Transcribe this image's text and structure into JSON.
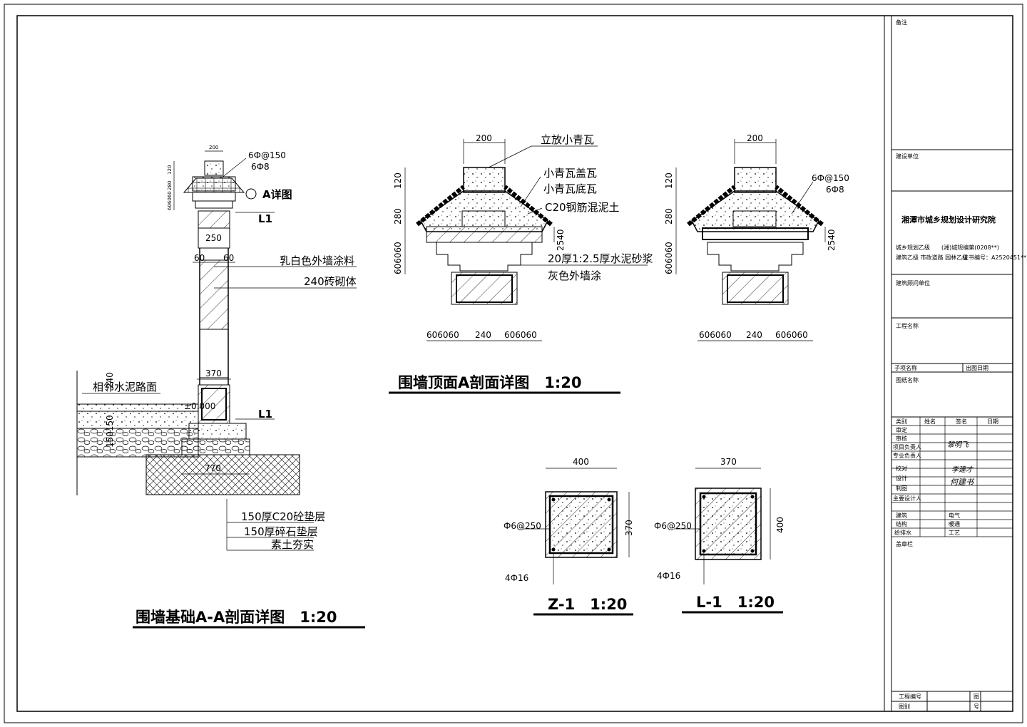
{
  "drawings": {
    "aa_section": {
      "title": "围墙基础A-A剖面详图　1:20",
      "dims": {
        "top_width": "200",
        "tiny_1": "120",
        "tiny_2": "280",
        "tiny_3": "606060",
        "col_width": "250",
        "left_60": "60",
        "right_60": "60",
        "base_width": "370",
        "footing_width": "770",
        "vertical_a": "240",
        "vertical_b": "150150"
      },
      "labels": {
        "rebar_1": "6Ф@150",
        "rebar_2": "6Ф8",
        "detail_ref": "A详图",
        "beam_top": "L1",
        "beam_bottom": "L1",
        "paint": "乳白色外墙涂料",
        "brick": "240砖砌体",
        "road": "相邻水泥路面",
        "level": "±0.000",
        "layer_1": "150厚C20砼垫层",
        "layer_2": "150厚碎石垫层",
        "layer_3": "素土夯实"
      }
    },
    "top_a": {
      "title": "围墙顶面A剖面详图　1:20",
      "dims": {
        "top": "200",
        "v120": "120",
        "v280": "280",
        "v2540": "2540",
        "v606060": "606060",
        "bottom_left": "606060",
        "bottom_mid": "240",
        "bottom_right": "606060"
      },
      "labels": {
        "tile_standing": "立放小青瓦",
        "tile_cover": "小青瓦盖瓦",
        "tile_bottom": "小青瓦底瓦",
        "concrete": "C20钢筋混泥土",
        "mortar": "20厚1:2.5厚水泥砂浆",
        "paint": "灰色外墙涂"
      }
    },
    "top_b": {
      "dims": {
        "top": "200",
        "v120": "120",
        "v280": "280",
        "v2540": "2540",
        "v606060": "606060",
        "bottom_left": "606060",
        "bottom_mid": "240",
        "bottom_right": "606060"
      },
      "labels": {
        "rebar_1": "6Ф@150",
        "rebar_2": "6Ф8"
      }
    },
    "z1": {
      "title": "Z-1　1:20",
      "width": "400",
      "height": "370",
      "stirrup": "Ф6@250",
      "main_bar": "4Ф16"
    },
    "l1": {
      "title": "L-1　1:20",
      "width": "370",
      "height": "400",
      "stirrup": "Ф6@250",
      "main_bar": "4Ф16"
    }
  },
  "title_block": {
    "remarks": "备注",
    "client": "建设单位",
    "institute": "湘潭市城乡规划设计研究院",
    "cert_1": "城乡规划乙级",
    "cert_2": "(湘)城规编第(0208**)",
    "cert_3": "建筑乙级 市政道路 园林乙级",
    "cert_4": "证书编号：A2520451**",
    "consultant": "建筑顾问单位",
    "project_name": "工程名称",
    "subproject": "子项名称",
    "issue_date": "出图日期",
    "drawing_name": "图纸名称",
    "sign_header": [
      "类别",
      "姓名",
      "签名",
      "日期"
    ],
    "sign_roles": [
      "审定",
      "审核",
      "项目负责人",
      "专业负责人",
      "校对",
      "设计",
      "制图",
      "主要设计人"
    ],
    "sign_names": [
      "黎明飞",
      "李建才",
      "何建书"
    ],
    "disciplines": [
      [
        "建筑",
        "电气"
      ],
      [
        "结构",
        "暖通"
      ],
      [
        "给排水",
        "工艺"
      ]
    ],
    "stamp": "盖章栏",
    "project_no": "工程编号",
    "sheet_no_a": "图",
    "sheet_no_b": "号",
    "scale": "图别"
  }
}
